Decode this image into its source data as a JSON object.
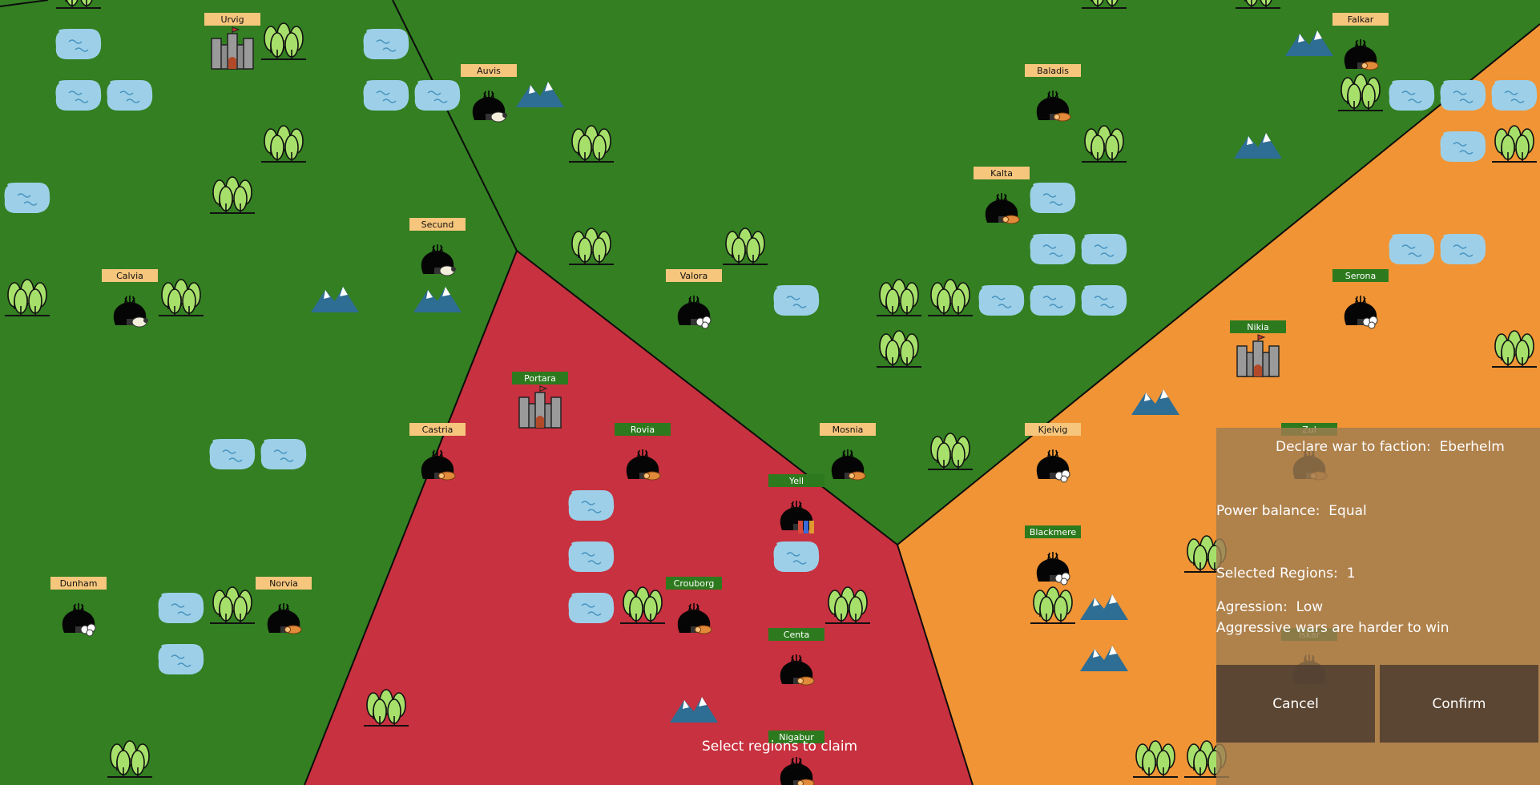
{
  "colors": {
    "green_faction": "#337f22",
    "red_faction": "#c8313f",
    "orange_faction": "#f09435",
    "label_neutral": "#f6c67d",
    "label_owned": "#2d7a1e",
    "water": "#9dd0e8",
    "mountain": "#2e6d94"
  },
  "icons": {
    "village": "village-hut-icon",
    "castle": "castle-icon",
    "forest": "forest-icon",
    "lake": "lake-icon",
    "mountain": "mountain-icon",
    "sheep": "sheep-resource-icon",
    "wood": "wood-log-resource-icon",
    "cotton": "cotton-resource-icon",
    "fabric": "fabric-resource-icon"
  },
  "regions": [
    {
      "name": "Urvig",
      "label": "neutral",
      "icon": "castle"
    },
    {
      "name": "Auvis",
      "label": "neutral",
      "icon": "village",
      "resource": "sheep"
    },
    {
      "name": "Baladis",
      "label": "neutral",
      "icon": "village",
      "resource": "wood"
    },
    {
      "name": "Falkar",
      "label": "neutral",
      "icon": "village",
      "resource": "wood"
    },
    {
      "name": "Kalta",
      "label": "neutral",
      "icon": "village",
      "resource": "wood"
    },
    {
      "name": "Secund",
      "label": "neutral",
      "icon": "village",
      "resource": "sheep"
    },
    {
      "name": "Calvia",
      "label": "neutral",
      "icon": "village",
      "resource": "sheep"
    },
    {
      "name": "Valora",
      "label": "neutral",
      "icon": "village",
      "resource": "cotton"
    },
    {
      "name": "Serona",
      "label": "owned",
      "icon": "village",
      "resource": "cotton"
    },
    {
      "name": "Nikia",
      "label": "owned",
      "icon": "castle"
    },
    {
      "name": "Portara",
      "label": "owned",
      "icon": "castle"
    },
    {
      "name": "Castria",
      "label": "neutral",
      "icon": "village",
      "resource": "wood"
    },
    {
      "name": "Rovia",
      "label": "owned",
      "icon": "village",
      "resource": "wood"
    },
    {
      "name": "Mosnia",
      "label": "neutral",
      "icon": "village",
      "resource": "wood"
    },
    {
      "name": "Kjelvig",
      "label": "neutral",
      "icon": "village",
      "resource": "cotton"
    },
    {
      "name": "Yell",
      "label": "owned",
      "icon": "village",
      "resource": "fabric"
    },
    {
      "name": "Blackmere",
      "label": "owned",
      "icon": "village",
      "resource": "cotton"
    },
    {
      "name": "Dunham",
      "label": "neutral",
      "icon": "village",
      "resource": "cotton"
    },
    {
      "name": "Norvia",
      "label": "neutral",
      "icon": "village",
      "resource": "wood"
    },
    {
      "name": "Crouborg",
      "label": "owned",
      "icon": "village",
      "resource": "wood"
    },
    {
      "name": "Centa",
      "label": "owned",
      "icon": "village",
      "resource": "wood"
    },
    {
      "name": "Nigabur",
      "label": "owned",
      "icon": "village",
      "resource": "wood"
    },
    {
      "name": "Zul",
      "label": "owned",
      "icon": "village",
      "resource": "wood"
    },
    {
      "name": "Iskar",
      "label": "owned",
      "icon": "village"
    }
  ],
  "war_panel": {
    "title_prefix": "Declare war to faction:",
    "faction": "Eberhelm",
    "power_label": "Power balance:",
    "power_value": "Equal",
    "selected_label": "Selected Regions:",
    "selected_count": "1",
    "aggression_label": "Agression:",
    "aggression_value": "Low",
    "note": "Aggressive wars are harder to win",
    "cancel_label": "Cancel",
    "confirm_label": "Confirm"
  },
  "hint": "Select regions to claim"
}
